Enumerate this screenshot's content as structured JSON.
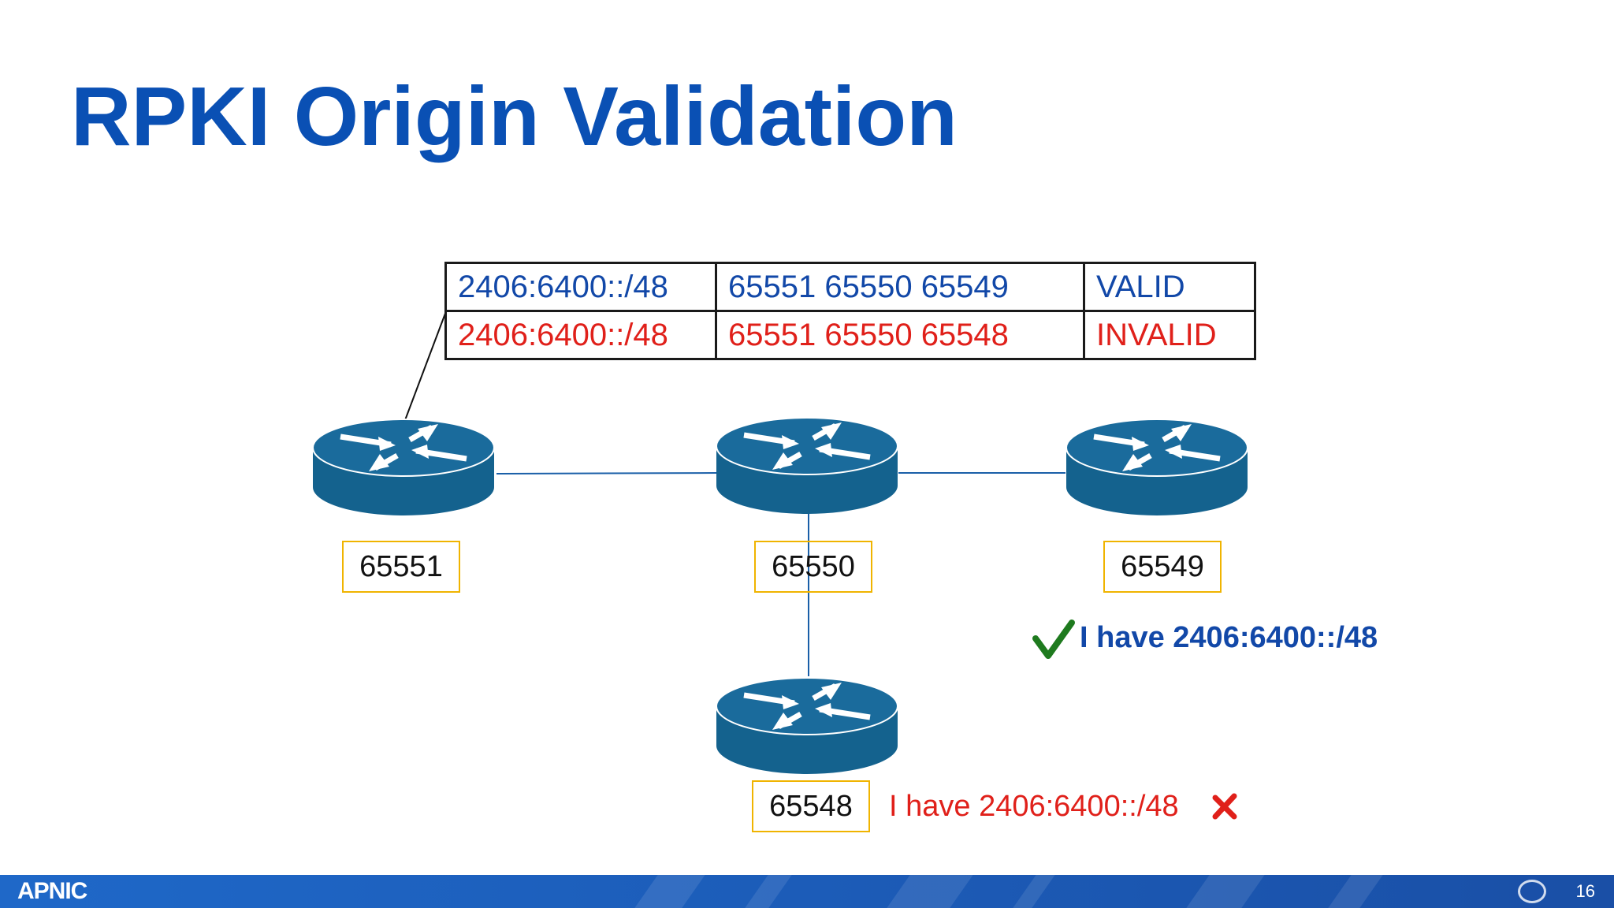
{
  "slide": {
    "title": "RPKI Origin Validation",
    "page_number": "16",
    "brand": "APNIC"
  },
  "table": {
    "rows": [
      {
        "prefix": "2406:6400::/48",
        "as_path": "65551 65550 65549",
        "state": "VALID"
      },
      {
        "prefix": "2406:6400::/48",
        "as_path": "65551 65550 65548",
        "state": "INVALID"
      }
    ]
  },
  "routers": [
    {
      "as": "65551"
    },
    {
      "as": "65550"
    },
    {
      "as": "65549"
    },
    {
      "as": "65548"
    }
  ],
  "messages": {
    "valid": "I have 2406:6400::/48",
    "invalid": "I have 2406:6400::/48"
  },
  "colors": {
    "title": "#0a50b4",
    "valid": "#1248a8",
    "invalid": "#e0201a",
    "router": "#1a6b9c",
    "as_box_border": "#f0b400",
    "check": "#1e7a1e"
  },
  "icons": {
    "valid": "check-icon",
    "invalid": "cross-icon",
    "router": "router-icon"
  }
}
